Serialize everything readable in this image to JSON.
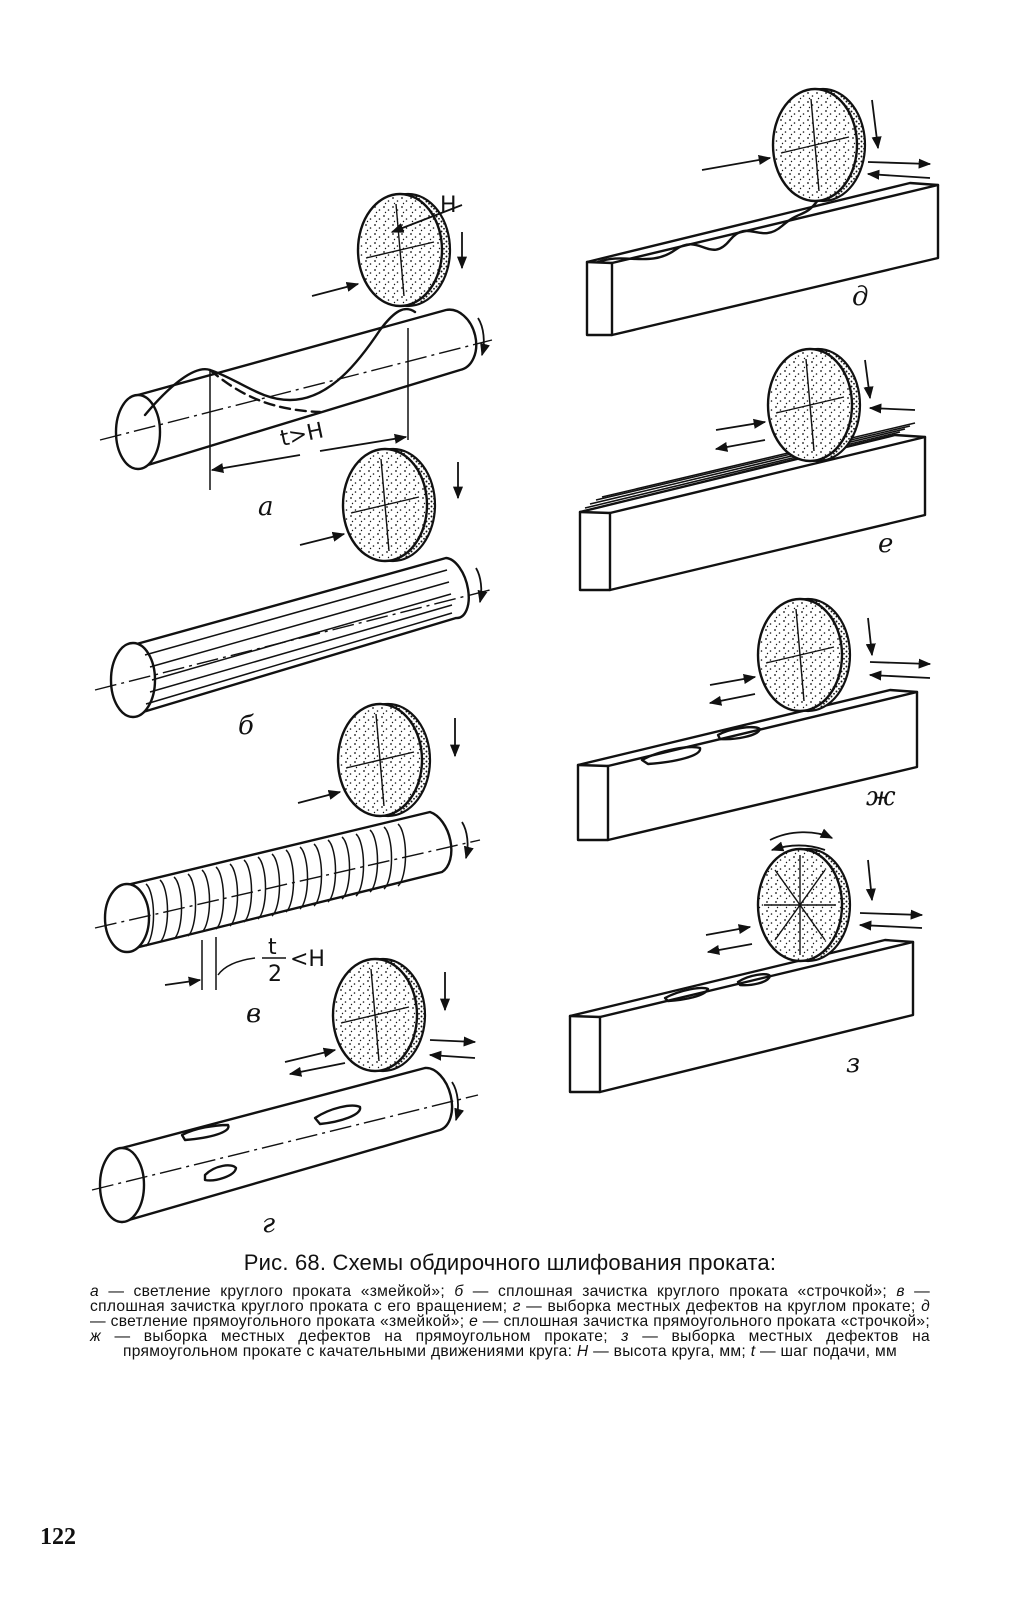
{
  "figure": {
    "labels": {
      "a": "а",
      "b": "б",
      "v": "в",
      "g": "г",
      "d": "д",
      "e": "е",
      "zh": "ж",
      "z": "з"
    },
    "dimensions": {
      "h": "H",
      "t_gt_h": "t>H",
      "t_num": "t",
      "t_den": "2",
      "lt_h": "<H"
    }
  },
  "caption": {
    "title": "Рис. 68. Схемы обдирочного шлифования проката:",
    "items": [
      {
        "key": "а",
        "text": " — светление круглого проката «змейкой»; "
      },
      {
        "key": "б",
        "text": " — сплошная зачистка круглого проката «строчкой»; "
      },
      {
        "key": "в",
        "text": " — сплошная зачистка круглого проката с его вращением; "
      },
      {
        "key": "г",
        "text": " — выборка местных дефектов на круглом прокате; "
      },
      {
        "key": "д",
        "text": " — светление прямоугольного проката «змейкой»; "
      },
      {
        "key": "е",
        "text": " — сплошная зачистка прямоугольного проката «строчкой»; "
      },
      {
        "key": "ж",
        "text": " — выборка местных дефектов на прямоугольном прокате; "
      },
      {
        "key": "з",
        "text": " — выборка местных дефектов на прямоугольном прокате с качательными движениями круга: "
      },
      {
        "key": "H",
        "text": " — высота круга, мм; "
      },
      {
        "key": "t",
        "text": " — шаг подачи, мм"
      }
    ]
  },
  "page_number": "122"
}
